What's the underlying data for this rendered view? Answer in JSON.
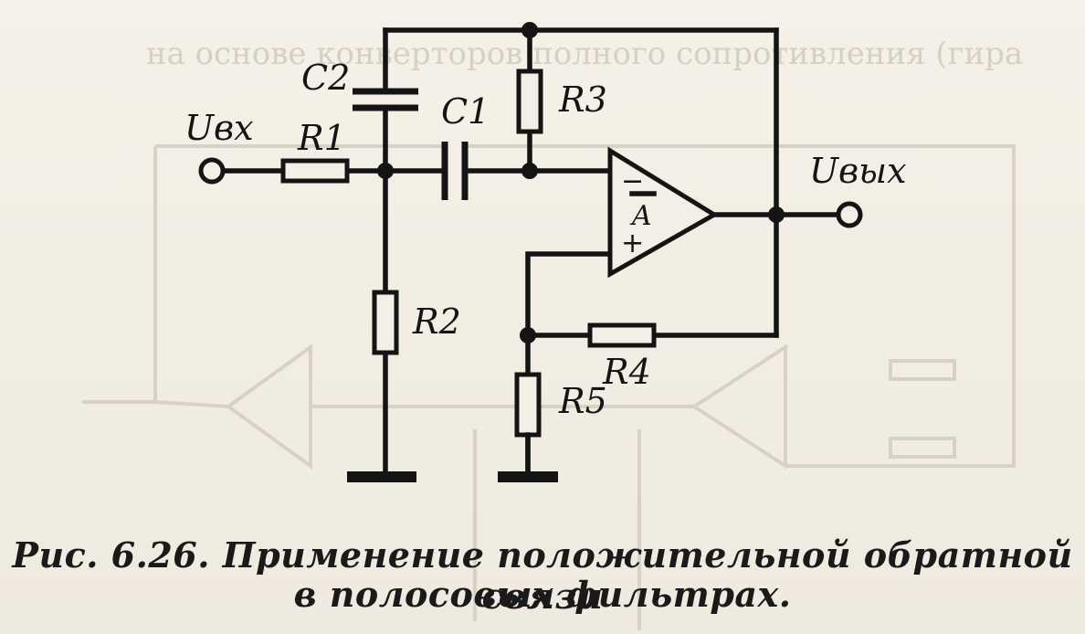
{
  "labels": {
    "u_in": "Uвх",
    "u_out": "Uвых",
    "r1": "R1",
    "r2": "R2",
    "r3": "R3",
    "r4": "R4",
    "r5": "R5",
    "c1": "C1",
    "c2": "C2",
    "opamp": "A",
    "minus": "−",
    "plus": "+"
  },
  "header_fragment": "на основе конверторов полного сопротивления (гира",
  "caption": {
    "line1": "Рис. 6.26. Применение положительной обратной связи",
    "line2": "в полосовых фильтрах."
  }
}
